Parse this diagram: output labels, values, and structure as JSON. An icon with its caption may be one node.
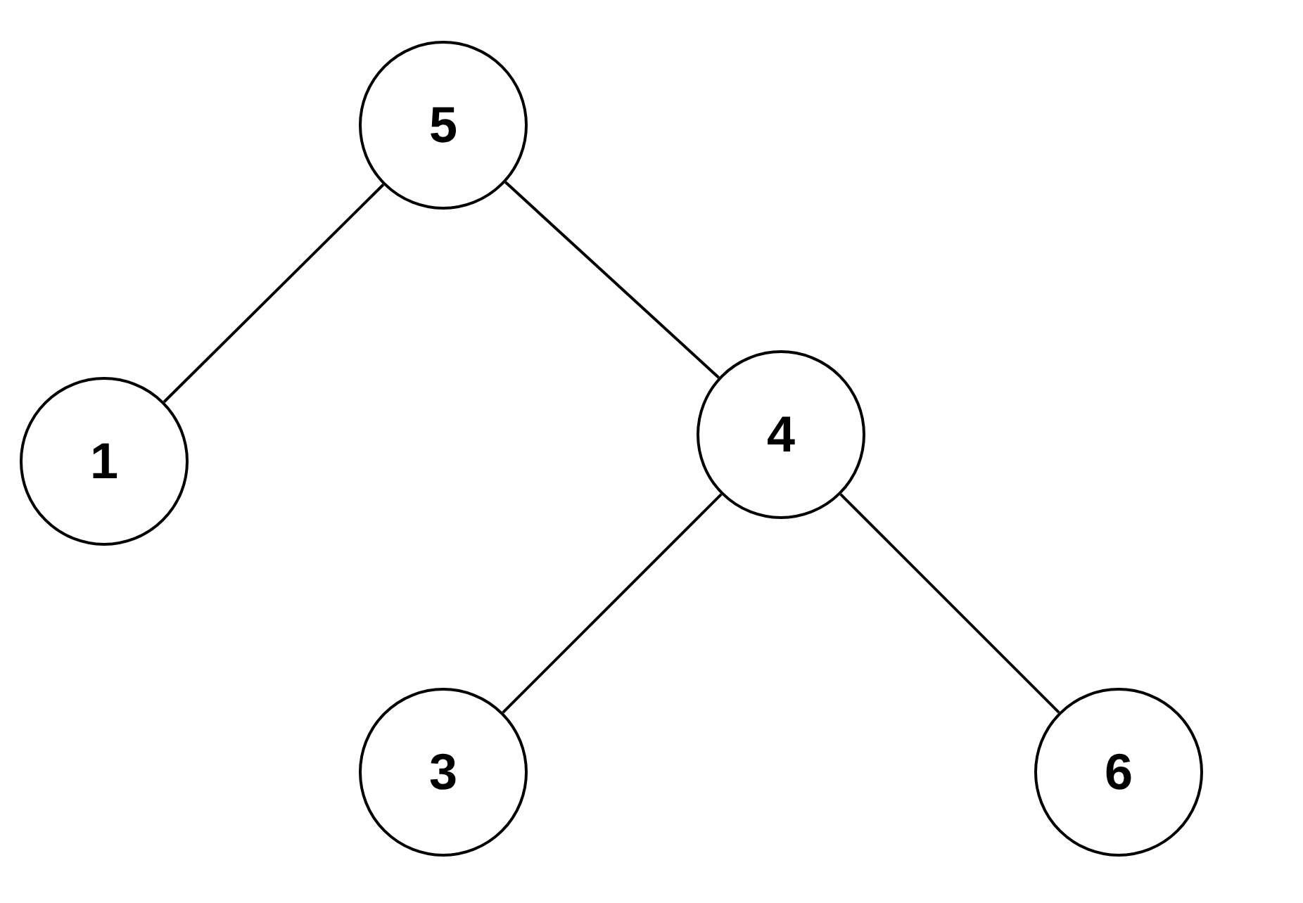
{
  "diagram": {
    "nodes": [
      {
        "text": [
          "5"
        ]
      },
      {
        "text": [
          "1"
        ]
      },
      {
        "text": [
          "4"
        ]
      },
      {
        "text": [
          "3"
        ]
      },
      {
        "text": [
          "6"
        ]
      }
    ],
    "edges": [
      {
        "from": 0,
        "to": 1,
        "arrow": "none"
      },
      {
        "from": 0,
        "to": 2,
        "arrow": "none"
      },
      {
        "from": 2,
        "to": 3,
        "arrow": "none"
      },
      {
        "from": 2,
        "to": 4,
        "arrow": "none"
      }
    ]
  }
}
